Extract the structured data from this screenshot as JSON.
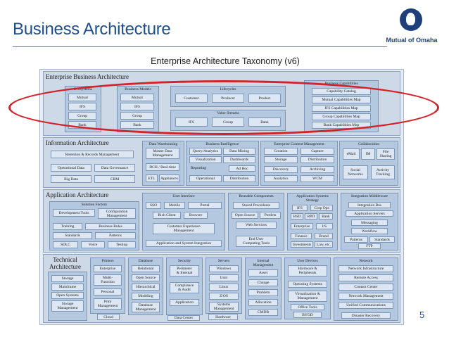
{
  "slide": {
    "title": "Business Architecture",
    "page_number": "5"
  },
  "logo": {
    "text": "Mutual of Omaha"
  },
  "taxonomy_title": "Enterprise Architecture Taxonomy (v6)",
  "layers": {
    "business": {
      "title": "Enterprise Business Architecture"
    },
    "information": {
      "title": "Information Architecture"
    },
    "application": {
      "title": "Application Architecture"
    },
    "technical": {
      "title": "Technical\nArchitecture"
    }
  },
  "business": {
    "ecosystems": {
      "title": "Ecosystems",
      "items": [
        "Mutual",
        "IFS",
        "Group",
        "Bank"
      ]
    },
    "models": {
      "title": "Business Models",
      "items": [
        "Mutual",
        "IFS",
        "Group",
        "Bank"
      ]
    },
    "lifecycles": {
      "title": "Lifecycles",
      "items": [
        "Customer",
        "Producer",
        "Product"
      ]
    },
    "value_streams": {
      "title": "Value Streams",
      "items": [
        "IFS",
        "Group",
        "Bank"
      ]
    },
    "capabilities": {
      "title": "Business Capabilities",
      "items": [
        "Capability Catalog",
        "Mutual Capabilities Map",
        "IFS Capabilities Map",
        "Group Capabilities Map",
        "Bank Capabilities Map"
      ]
    }
  },
  "information": {
    "left": [
      "Retention & Records Management",
      "Operational Data",
      "Data Governance",
      "Big Data",
      "CRM"
    ],
    "warehousing": {
      "title": "Data Warehousing",
      "items": [
        "Master Data\nManagement",
        "DCH / Real-time",
        "ETL",
        "Appliances"
      ]
    },
    "bi": {
      "title": "Business Intelligence",
      "items": [
        "Query/Analytics",
        "Data Mining",
        "Visualization",
        "Dashboards",
        "Reporting",
        "Ad Hoc",
        "Operational",
        "Distribution"
      ]
    },
    "ecm": {
      "title": "Enterprise Content Management",
      "items": [
        "Creation",
        "Capture",
        "Storage",
        "Distribution",
        "Discovery",
        "Archiving",
        "Analytics",
        "WCM"
      ]
    },
    "collab": {
      "title": "Collaboration",
      "items": [
        "eMail",
        "IM",
        "File\nSharing",
        "Social\nNetworks",
        "Activity\nTracking"
      ]
    }
  },
  "application": {
    "factory": {
      "title": "Solution Factory",
      "items": [
        "Development Tools",
        "Configuration\nManagement",
        "Training",
        "Business Rules",
        "Standards",
        "Patterns",
        "SDLC",
        "Voice",
        "Testing"
      ]
    },
    "ui": {
      "title": "User Interface",
      "items": [
        "SSO",
        "Mobile",
        "Portal",
        "Rich Client",
        "Browser",
        "Customer Experience\nManagement",
        "Application and System Integration"
      ]
    },
    "reusable": {
      "title": "Reusable Components",
      "items": [
        "Stored Procedures",
        "Open Source",
        "Portlets",
        "Web Services",
        "End User\nComputing Tools"
      ]
    },
    "strategy": {
      "title": "Application Systems\nStrategy",
      "items": [
        "IFS",
        "Corp Ops",
        "BSD",
        "RPD",
        "Bank",
        "Enterprise",
        "I/S",
        "Finance",
        "Brand",
        "Investments",
        "Law, etc."
      ]
    },
    "middleware": {
      "title": "Integration Middleware",
      "items": [
        "Integration Bus",
        "Application Servers",
        "Messaging",
        "Workflow",
        "Patterns",
        "Standards",
        "FTP"
      ]
    }
  },
  "technical": {
    "left": [
      "Storage",
      "Mainframe",
      "Open Systems",
      "Storage\nManagement",
      "Cloud"
    ],
    "printers": {
      "title": "Printers",
      "items": [
        "Enterprise",
        "Multi-\nFunction",
        "Personal",
        "Print\nManagement"
      ]
    },
    "database": {
      "title": "Database",
      "items": [
        "Relational",
        "Open Source",
        "Hierarchical",
        "Modeling",
        "Database\nManagement"
      ]
    },
    "security": {
      "title": "Security",
      "items": [
        "Perimeter\n& Internal",
        "Compliance\n& Audit",
        "Application"
      ]
    },
    "servers": {
      "title": "Servers",
      "items": [
        "Windows",
        "Unix",
        "Linux",
        "Z/OS",
        "Systems\nManagement"
      ]
    },
    "internal_mgmt": {
      "title": "Internal\nManagement",
      "items": [
        "Asset",
        "Change",
        "Problem",
        "Allocation",
        "CMDB"
      ]
    },
    "user_devices": {
      "title": "User Devices",
      "items": [
        "Hardware &\nPeripherals",
        "Operating Systems",
        "Virtualization &\nManagement",
        "Office Tools",
        "BYOD"
      ]
    },
    "network": {
      "title": "Network",
      "items": [
        "Network Infrastructure",
        "Remote Access",
        "Contact Center",
        "Network Management",
        "Unified Communications",
        "Disaster Recovery"
      ]
    },
    "bottom": [
      "Data Center",
      "Hardware"
    ]
  }
}
